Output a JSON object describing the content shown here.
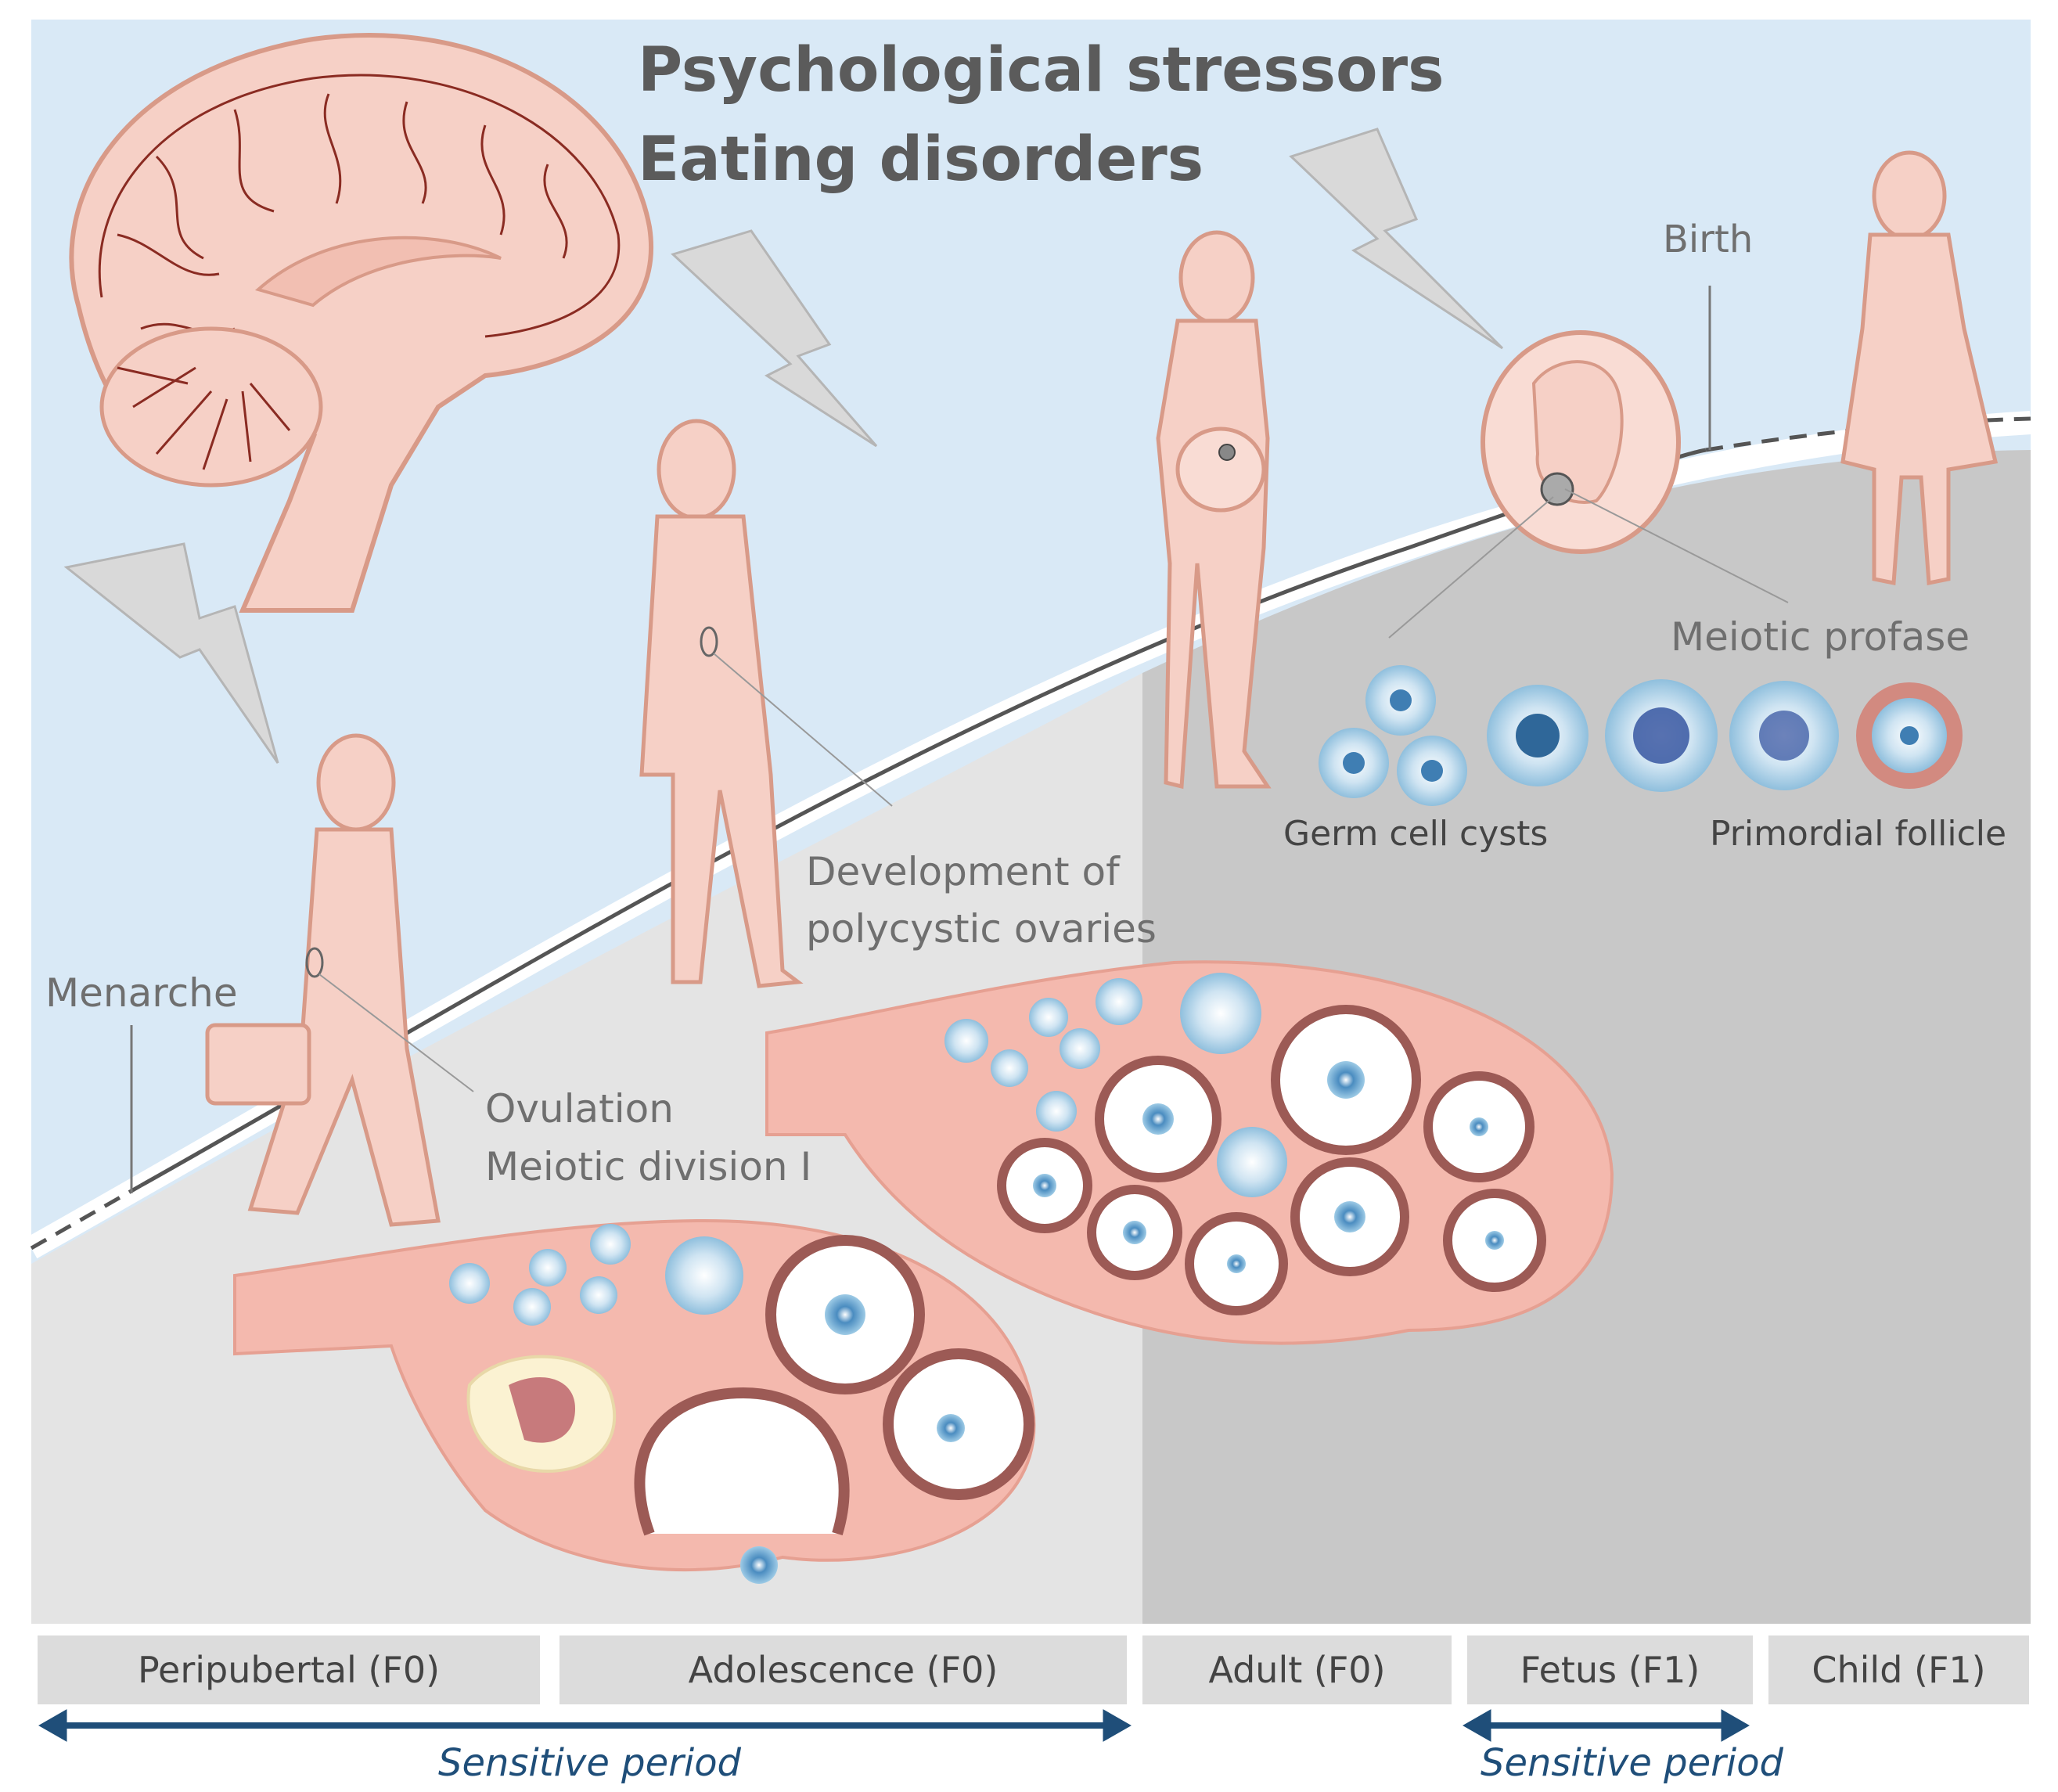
{
  "title": {
    "line1": "Psychological stressors",
    "line2": "Eating disorders"
  },
  "labels": {
    "birth": "Birth",
    "meiotic_profase": "Meiotic profase",
    "germ_cell_cysts": "Germ cell cysts",
    "primordial_follicle": "Primordial follicle",
    "development_line1": "Development of",
    "development_line2": "polycystic ovaries",
    "menarche": "Menarche",
    "ovulation": "Ovulation",
    "meiotic_division": "Meiotic division I"
  },
  "stages": [
    "Peripubertal (F0)",
    "Adolescence (F0)",
    "Adult (F0)",
    "Fetus (F1)",
    "Child (F1)"
  ],
  "sensitive_period": {
    "left": "Sensitive period",
    "right": "Sensitive period"
  },
  "colors": {
    "sky": "#d9e9f6",
    "ground_light": "#e4e4e4",
    "ground_dark": "#c8c8c8",
    "skin": "#f6d0c6",
    "skin_outline": "#d89a88",
    "ovary": "#f4b9ae",
    "follicle_ring": "#9c5a55",
    "cell_blue": "#8fbfdd",
    "lightning": "#d9d9d9",
    "arrow": "#1f4e79"
  }
}
